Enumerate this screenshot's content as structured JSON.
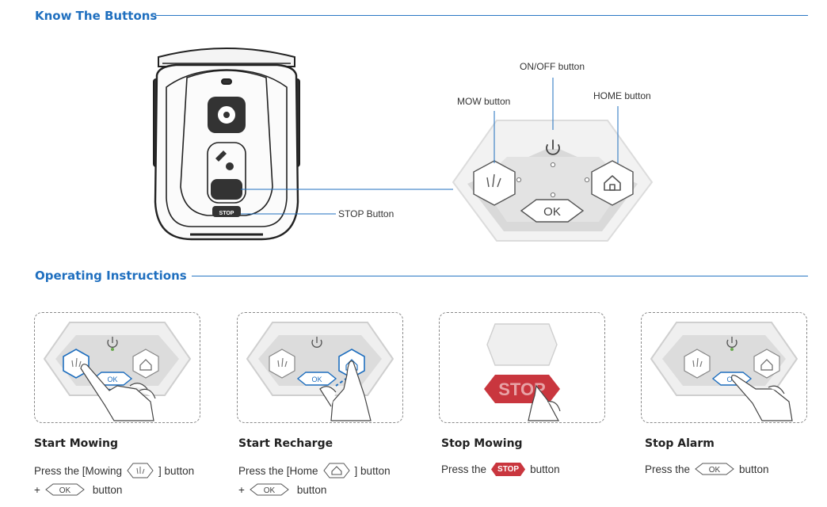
{
  "sections": {
    "buttons_title": "Know The Buttons",
    "instructions_title": "Operating Instructions"
  },
  "callouts": {
    "onoff": "ON/OFF button",
    "mow": "MOW button",
    "home": "HOME button",
    "stop": "STOP Button"
  },
  "panel": {
    "ok_label": "OK",
    "stop_label": "STOP",
    "robot_stop_label": "STOP"
  },
  "steps": [
    {
      "title": "Start Mowing",
      "line1_before": "Press the [Mowing",
      "line1_after": "] button",
      "line2_prefix": "+",
      "line2_after": "button",
      "ok": "OK"
    },
    {
      "title": "Start Recharge",
      "line1_before": "Press the [Home",
      "line1_after": "] button",
      "line2_prefix": "+",
      "line2_after": "button",
      "ok": "OK"
    },
    {
      "title": "Stop Mowing",
      "line1_before": "Press the",
      "badge": "STOP",
      "line1_after": "button"
    },
    {
      "title": "Stop Alarm",
      "line1_before": "Press the",
      "line1_after": "button",
      "ok": "OK"
    }
  ],
  "colors": {
    "accent": "#1f6fbf",
    "stop": "#c9363e",
    "panel": "#e9e9e9",
    "panel_border": "#cfcfcf"
  },
  "icons": [
    "power-icon",
    "mow-icon",
    "home-icon",
    "hand-icon",
    "arrow-icon"
  ]
}
